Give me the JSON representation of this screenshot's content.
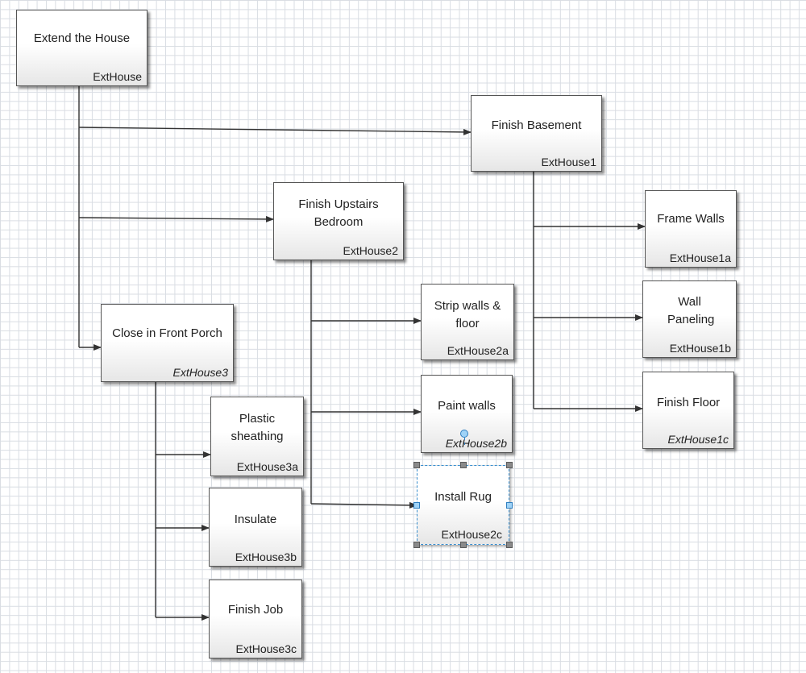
{
  "diagram": {
    "nodes": {
      "extend_house": {
        "title": "Extend the House",
        "code": "ExtHouse"
      },
      "finish_basement": {
        "title": "Finish Basement",
        "code": "ExtHouse1"
      },
      "finish_upstairs": {
        "title": "Finish Upstairs Bedroom",
        "code": "ExtHouse2"
      },
      "front_porch": {
        "title": "Close in Front Porch",
        "code": "ExtHouse3"
      },
      "frame_walls": {
        "title": "Frame Walls",
        "code": "ExtHouse1a"
      },
      "wall_paneling": {
        "title": "Wall Paneling",
        "code": "ExtHouse1b"
      },
      "finish_floor": {
        "title": "Finish Floor",
        "code": "ExtHouse1c"
      },
      "strip_walls": {
        "title": "Strip walls & floor",
        "code": "ExtHouse2a"
      },
      "paint_walls": {
        "title": "Paint walls",
        "code": "ExtHouse2b"
      },
      "install_rug": {
        "title": "Install Rug",
        "code": "ExtHouse2c"
      },
      "plastic_sheathing": {
        "title": "Plastic sheathing",
        "code": "ExtHouse3a"
      },
      "insulate": {
        "title": "Insulate",
        "code": "ExtHouse3b"
      },
      "finish_job": {
        "title": "Finish Job",
        "code": "ExtHouse3c"
      }
    },
    "edges": [
      [
        "extend_house",
        "finish_basement"
      ],
      [
        "extend_house",
        "finish_upstairs"
      ],
      [
        "extend_house",
        "front_porch"
      ],
      [
        "finish_basement",
        "frame_walls"
      ],
      [
        "finish_basement",
        "wall_paneling"
      ],
      [
        "finish_basement",
        "finish_floor"
      ],
      [
        "finish_upstairs",
        "strip_walls"
      ],
      [
        "finish_upstairs",
        "paint_walls"
      ],
      [
        "finish_upstairs",
        "install_rug"
      ],
      [
        "front_porch",
        "plastic_sheathing"
      ],
      [
        "front_porch",
        "insulate"
      ],
      [
        "front_porch",
        "finish_job"
      ]
    ],
    "selected_node": "install_rug",
    "colors": {
      "line": "#333333",
      "grid": "#d9dde3",
      "selection": "#3a8fd0"
    }
  }
}
